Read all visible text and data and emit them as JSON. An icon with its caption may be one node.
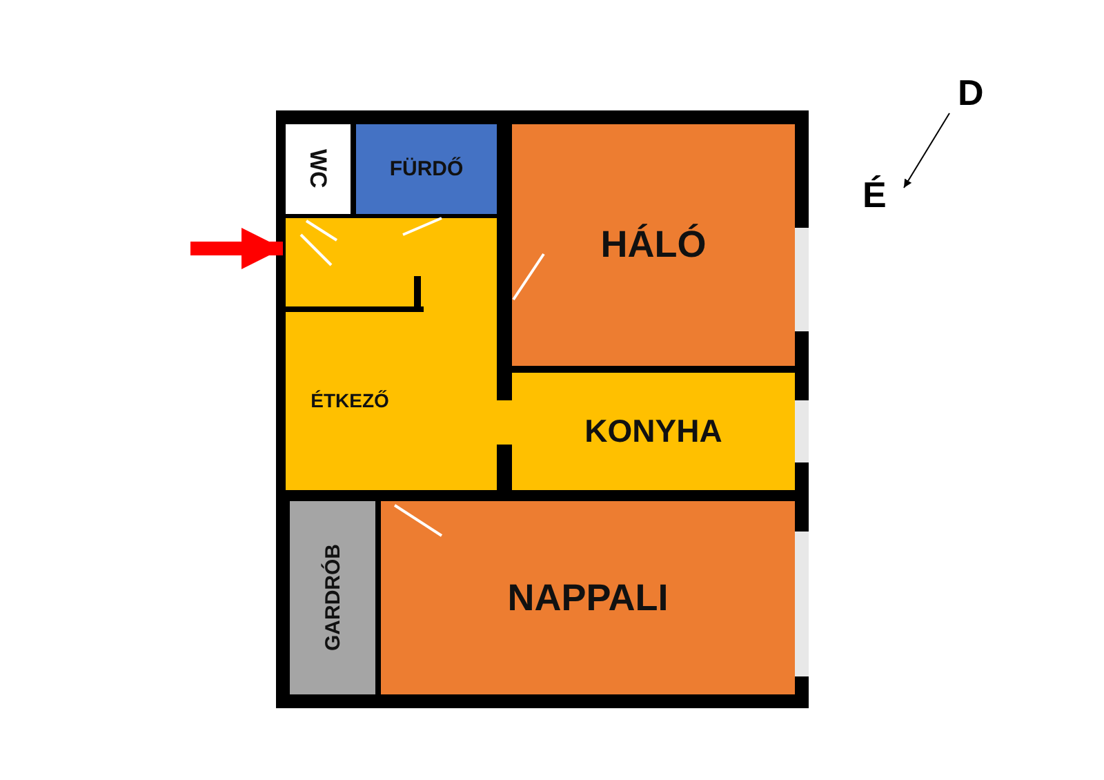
{
  "diagram": {
    "nodes": [
      {
        "text": [
          "WC"
        ]
      },
      {
        "text": [
          "FÜRDŐ"
        ]
      },
      {
        "text": [
          "HÁLÓ"
        ]
      },
      {
        "text": [],
        "shape": "box"
      },
      {
        "text": [
          "ÉTKEZŐ"
        ]
      },
      {
        "text": [
          "KONYHA"
        ]
      },
      {
        "text": [
          "GARDRÓB"
        ]
      },
      {
        "text": [
          "NAPPALI"
        ]
      }
    ],
    "edges": [
      {
        "from": null,
        "to": 3,
        "arrow": "to",
        "color": "#ff0000"
      }
    ],
    "labels": [
      "D",
      "É"
    ]
  }
}
